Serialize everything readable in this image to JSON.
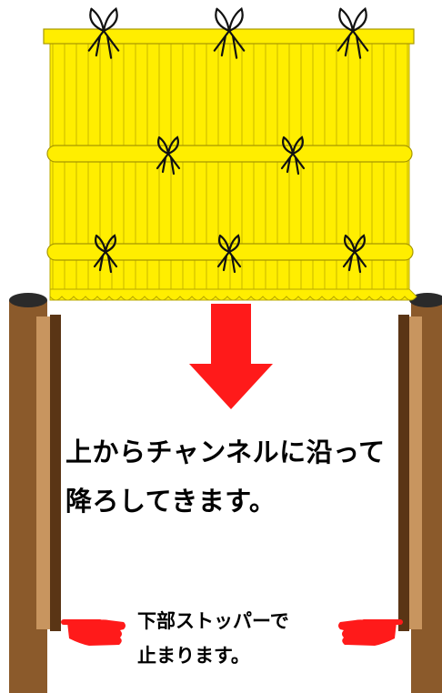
{
  "instruction": {
    "line1": "上からチャンネルに沿って",
    "line2": "降ろしてきます。"
  },
  "stopper_note": {
    "line1": "下部ストッパーで",
    "line2": "止まります。"
  },
  "colors": {
    "panel_yellow": "#FFEE00",
    "post_brown": "#8B5A2B",
    "post_channel": "#C8955F",
    "arrow_red": "#FF1A1A",
    "tie_black": "#111111"
  }
}
